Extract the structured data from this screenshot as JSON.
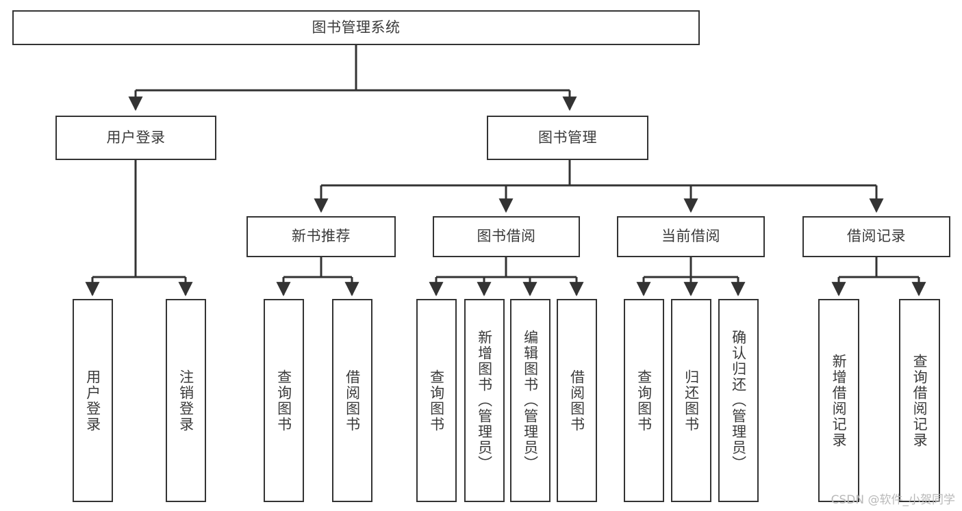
{
  "diagram": {
    "title": "图书管理系统",
    "watermark": "CSDN @软件_小贺同学",
    "colors": {
      "box_border": "#333333",
      "box_fill": "#ffffff",
      "edge": "#333333",
      "text": "#3a3a3a",
      "watermark": "#b9b9b9",
      "background": "#ffffff"
    },
    "root": {
      "label": "图书管理系统"
    },
    "level2": [
      {
        "label": "用户登录"
      },
      {
        "label": "图书管理"
      }
    ],
    "level3": [
      {
        "label": "新书推荐"
      },
      {
        "label": "图书借阅"
      },
      {
        "label": "当前借阅"
      },
      {
        "label": "借阅记录"
      }
    ],
    "leaves": {
      "user_login": [
        {
          "label": "用户登录"
        },
        {
          "label": "注销登录"
        }
      ],
      "new_book_recommend": [
        {
          "label": "查询图书"
        },
        {
          "label": "借阅图书"
        }
      ],
      "book_borrow": [
        {
          "label": "查询图书"
        },
        {
          "label": "新增图书（管理员）"
        },
        {
          "label": "编辑图书（管理员）"
        },
        {
          "label": "借阅图书"
        }
      ],
      "current_borrow": [
        {
          "label": "查询图书"
        },
        {
          "label": "归还图书"
        },
        {
          "label": "确认归还（管理员）"
        }
      ],
      "borrow_record": [
        {
          "label": "新增借阅记录"
        },
        {
          "label": "查询借阅记录"
        }
      ]
    }
  }
}
